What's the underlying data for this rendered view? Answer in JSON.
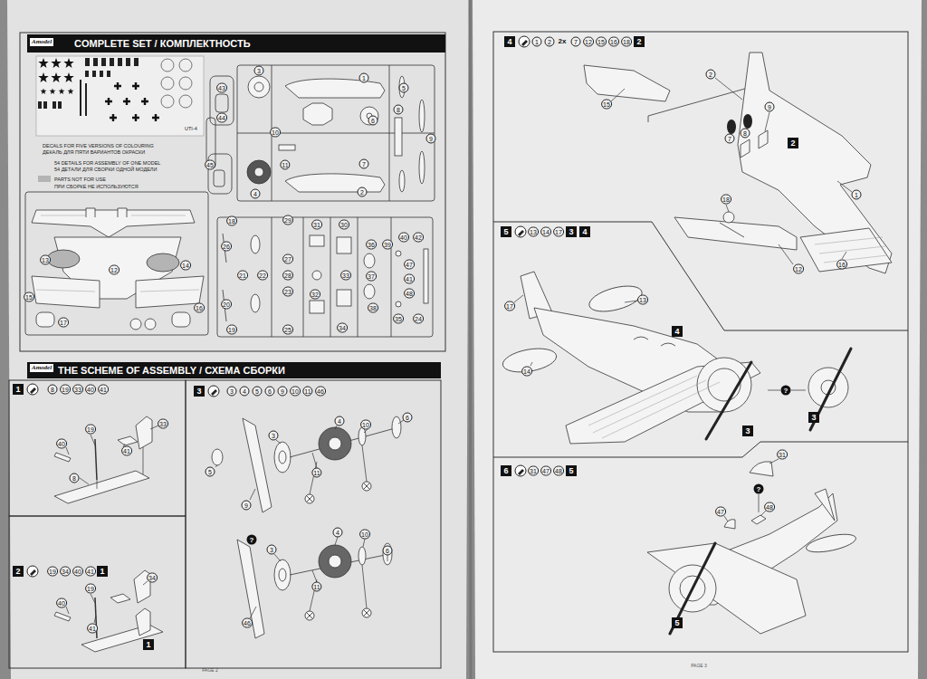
{
  "diagram": {
    "nodes": [
      {
        "text": [
          "COMPLETE SET / КОМПЛЕКТНОСТЬ"
        ]
      },
      {
        "text": [
          "THE SCHEME OF ASSEMBLY / СХЕМА СБОРКИ"
        ]
      },
      {
        "text": [
          "1"
        ]
      },
      {
        "text": [
          "2"
        ]
      },
      {
        "text": [
          "3"
        ]
      },
      {
        "text": [
          "4"
        ]
      },
      {
        "text": [
          "5"
        ]
      },
      {
        "text": [
          "6"
        ]
      },
      {
        "text": [
          "1"
        ]
      },
      {
        "text": [
          "2"
        ]
      },
      {
        "text": [
          "3"
        ]
      },
      {
        "text": [
          "4"
        ]
      },
      {
        "text": [
          "5"
        ]
      },
      {
        "text": [
          "1"
        ]
      },
      {
        "text": [
          "2"
        ]
      },
      {
        "text": [
          "4"
        ]
      },
      {
        "text": [
          "3"
        ]
      },
      {
        "text": [
          "3"
        ]
      },
      {
        "text": [
          "5"
        ]
      }
    ],
    "labels": [
      "Amodel",
      "Amodel",
      "DECALS FOR FIVE VERSIONS OF COLOURING",
      "ДЕКАЛЬ ДЛЯ ПЯТИ ВАРИАНТОВ ОКРАСКИ",
      "54 DETAILS FOR ASSEMBLY OF ONE MODEL",
      "54 ДЕТАЛИ ДЛЯ СБОРКИ ОДНОЙ МОДЕЛИ",
      "ПРИ СБОРКЕ НЕ ИСПОЛЬЗУЮТСЯ",
      "UTI-4",
      "3",
      "1",
      "5",
      "8",
      "6",
      "9",
      "10",
      "11",
      "7",
      "2",
      "4",
      "43",
      "44",
      "45",
      "13",
      "12",
      "14",
      "15",
      "17",
      "16",
      "18",
      "29",
      "31",
      "30",
      "26",
      "21",
      "22",
      "20",
      "27",
      "28",
      "23",
      "25",
      "32",
      "33",
      "34",
      "19",
      "36",
      "37",
      "38",
      "39",
      "40",
      "42",
      "47",
      "41",
      "48",
      "35",
      "24",
      "8",
      "19",
      "33",
      "40",
      "41",
      "19",
      "33",
      "40",
      "41",
      "8",
      "19",
      "34",
      "40",
      "41",
      "19",
      "34",
      "40",
      "41",
      "3",
      "4",
      "5",
      "6",
      "9",
      "10",
      "11",
      "46",
      "3",
      "4",
      "5",
      "10",
      "6",
      "11",
      "9",
      "3",
      "4",
      "10",
      "6",
      "11",
      "46",
      "?",
      "1",
      "2",
      "2x",
      "7",
      "12",
      "15",
      "16",
      "18",
      "15",
      "2",
      "7",
      "8",
      "9",
      "1",
      "18",
      "12",
      "16",
      "13",
      "14",
      "17",
      "17",
      "13",
      "14",
      "?",
      "31",
      "47",
      "48",
      "31",
      "?",
      "48",
      "47",
      "PAGE 2",
      "PAGE 3"
    ],
    "legend": [
      {
        "text": "PARTS NOT FOR USE",
        "color": "#b4b4b4"
      }
    ]
  }
}
